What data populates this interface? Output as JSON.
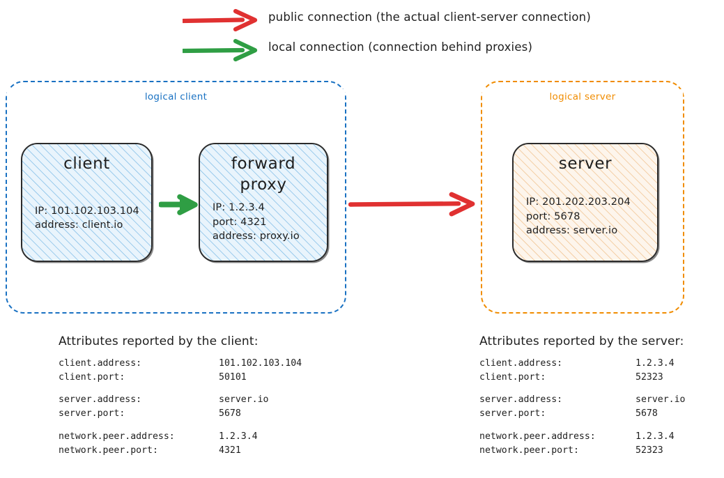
{
  "legend": {
    "items": [
      {
        "arrow": "red-arrow-icon",
        "color": "#e03131",
        "label": "public connection (the actual client-server connection)"
      },
      {
        "arrow": "green-arrow-icon",
        "color": "#2f9e44",
        "label": "local connection (connection behind proxies)"
      }
    ]
  },
  "groups": {
    "client": {
      "label": "logical client",
      "color": "#1971c2"
    },
    "server": {
      "label": "logical server",
      "color": "#f08c00"
    }
  },
  "nodes": {
    "client": {
      "title": "client",
      "details": [
        "IP: 101.102.103.104",
        "address: client.io"
      ],
      "fill": "#e7f5ff",
      "hatch": "#74b8e8"
    },
    "proxy": {
      "title_line1": "forward",
      "title_line2": "proxy",
      "details": [
        "IP: 1.2.3.4",
        "port: 4321",
        "address: proxy.io"
      ],
      "fill": "#e7f5ff",
      "hatch": "#74b8e8"
    },
    "server": {
      "title": "server",
      "details": [
        "IP: 201.202.203.204",
        "port: 5678",
        "address: server.io"
      ],
      "fill": "#fff4e6",
      "hatch": "#f0b070"
    }
  },
  "connections": {
    "local": {
      "name": "local-connection",
      "color": "#2f9e44"
    },
    "public": {
      "name": "public-connection",
      "color": "#e03131"
    }
  },
  "client_attributes": {
    "heading": "Attributes reported by the client:",
    "rows": [
      {
        "key": "client.address:",
        "value": "101.102.103.104"
      },
      {
        "key": "client.port:",
        "value": "50101"
      },
      {
        "key": "",
        "value": "",
        "spacer": true
      },
      {
        "key": "server.address:",
        "value": "server.io"
      },
      {
        "key": "server.port:",
        "value": "5678"
      },
      {
        "key": "",
        "value": "",
        "spacer": true
      },
      {
        "key": "network.peer.address:",
        "value": "1.2.3.4"
      },
      {
        "key": "network.peer.port:",
        "value": "4321"
      }
    ]
  },
  "server_attributes": {
    "heading": "Attributes reported by the server:",
    "rows": [
      {
        "key": "client.address:",
        "value": "1.2.3.4"
      },
      {
        "key": "client.port:",
        "value": "52323"
      },
      {
        "key": "",
        "value": "",
        "spacer": true
      },
      {
        "key": "server.address:",
        "value": "server.io"
      },
      {
        "key": "server.port:",
        "value": "5678"
      },
      {
        "key": "",
        "value": "",
        "spacer": true
      },
      {
        "key": "network.peer.address:",
        "value": "1.2.3.4"
      },
      {
        "key": "network.peer.port:",
        "value": "52323"
      }
    ]
  }
}
